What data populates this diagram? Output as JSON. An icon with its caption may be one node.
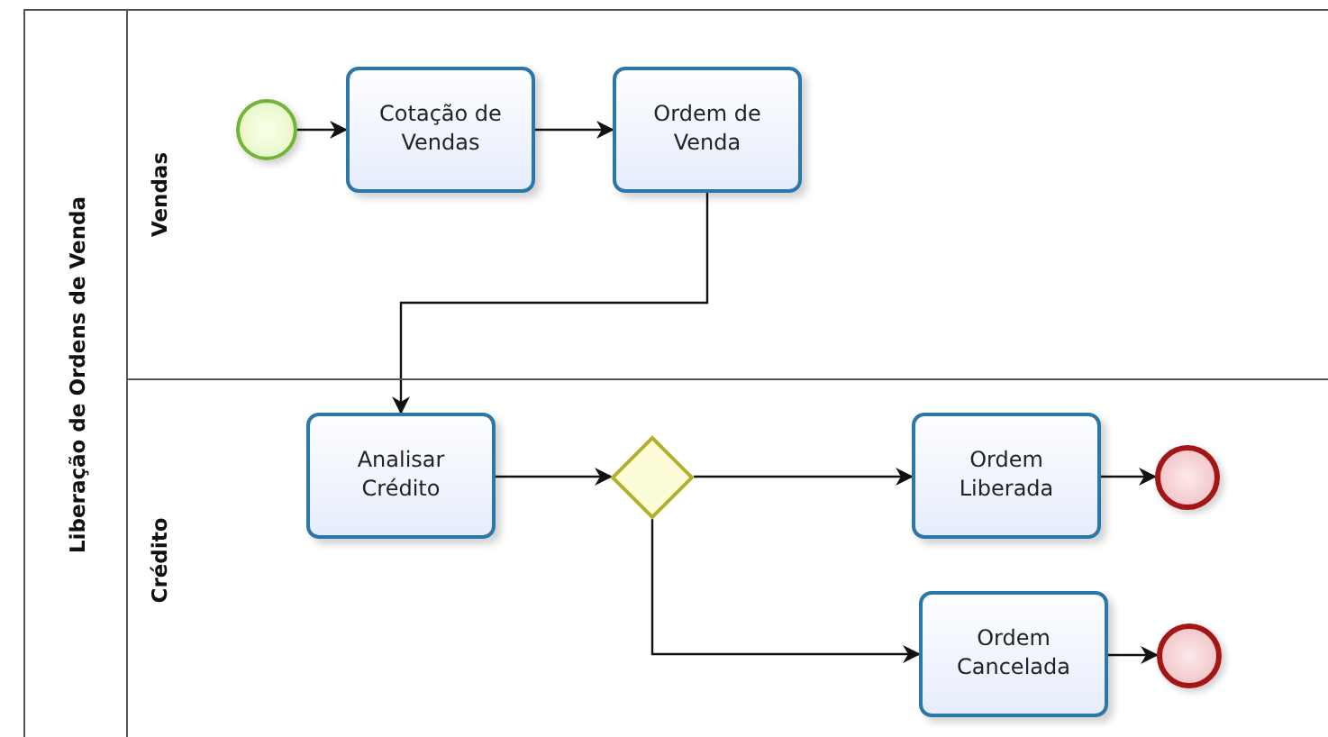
{
  "diagram": {
    "nodes": [
      {
        "text": [
          "Liberação de Ordens de Venda"
        ]
      },
      {
        "text": [
          "Vendas"
        ],
        "in": 0
      },
      {
        "text": [
          "Crédito"
        ],
        "in": 0
      },
      {
        "text": [],
        "shape": "circle",
        "in": 1
      },
      {
        "text": [
          "Cotação de Vendas"
        ],
        "in": 1
      },
      {
        "text": [
          "Ordem de Venda"
        ],
        "in": 1
      },
      {
        "text": [
          "Analisar Crédito"
        ],
        "in": 2
      },
      {
        "text": [],
        "shape": "diamond",
        "in": 2
      },
      {
        "text": [
          "Ordem Liberada"
        ],
        "in": 2
      },
      {
        "text": [],
        "shape": "circle",
        "in": 2
      },
      {
        "text": [
          "Ordem Cancelada"
        ],
        "in": 2
      },
      {
        "text": [],
        "shape": "circle",
        "in": 2
      }
    ],
    "edges": [
      {
        "from": 3,
        "to": 4,
        "arrow": "to"
      },
      {
        "from": 4,
        "to": 5,
        "arrow": "to"
      },
      {
        "from": 5,
        "to": 6,
        "arrow": "to"
      },
      {
        "from": 6,
        "to": 7,
        "arrow": "to"
      },
      {
        "from": 7,
        "to": 8,
        "arrow": "to"
      },
      {
        "from": 7,
        "to": 10,
        "arrow": "to"
      },
      {
        "from": 8,
        "to": 9,
        "arrow": "to"
      },
      {
        "from": 10,
        "to": 11,
        "arrow": "to"
      }
    ]
  }
}
